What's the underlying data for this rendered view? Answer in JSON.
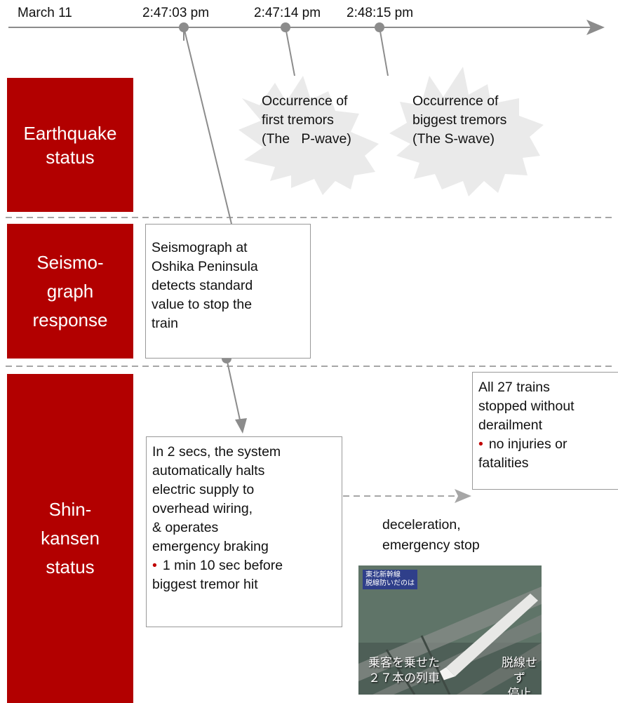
{
  "timeline": {
    "date_label": "March 11",
    "times": [
      "2:47:03 pm",
      "2:47:14 pm",
      "2:48:15 pm"
    ]
  },
  "rows": {
    "earthquake": "Earthquake\nstatus",
    "seismograph": "Seismo-\ngraph\nresponse",
    "shinkansen": "Shin-\nkansen\nstatus"
  },
  "events": {
    "p_wave": [
      "Occurrence of",
      "first tremors",
      "(The   P-wave)"
    ],
    "s_wave": [
      "Occurrence of",
      "biggest tremors",
      "(The S-wave)"
    ]
  },
  "seismograph_box": [
    "Seismograph at",
    "Oshika Peninsula",
    "detects standard",
    "value to stop the",
    "train"
  ],
  "system_box": {
    "lines": [
      "In 2 secs, the system",
      "automatically halts",
      "electric supply to",
      "overhead wiring,",
      "& operates",
      "emergency braking"
    ],
    "bullet": "1 min 10 sec before",
    "last": "biggest tremor hit"
  },
  "result_box": {
    "lines": [
      "All 27 trains",
      "stopped without",
      "derailment"
    ],
    "bullet": "no injuries or",
    "last": "fatalities"
  },
  "decel_label": [
    "deceleration,",
    "emergency stop"
  ],
  "photo": {
    "caption_top": [
      "東北新幹線",
      "脱線防いだのは"
    ],
    "caption_bottom_left": [
      "乗客を乗せた",
      "２７本の列車"
    ],
    "caption_bottom_right": [
      "脱線せず",
      "停止"
    ]
  },
  "colors": {
    "accent_red": "#b20000",
    "bullet_red": "#c00000",
    "line_gray": "#8c8c8c",
    "dash_gray": "#a6a6a6"
  }
}
